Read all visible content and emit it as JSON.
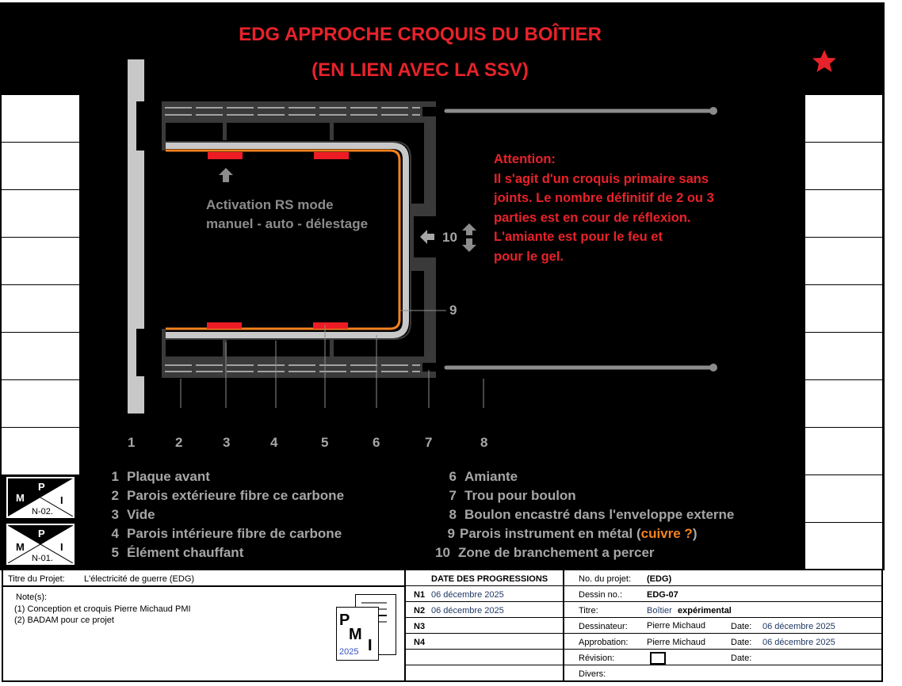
{
  "title": {
    "line1": "EDG APPROCHE CROQUIS DU BOÎTIER",
    "line2": "(EN LIEN AVEC LA SSV)"
  },
  "attention": {
    "heading": "Attention:",
    "lines": [
      "Il s'agit d'un croquis primaire sans",
      "joints. Le nombre définitif de 2 ou 3",
      "parties est en cour de réflexion.",
      "L'amiante est pour le feu et",
      "pour le gel."
    ]
  },
  "activation": {
    "line1": "Activation RS mode",
    "line2": "manuel - auto  - délestage"
  },
  "callouts": {
    "n1": "1",
    "n2": "2",
    "n3": "3",
    "n4": "4",
    "n5": "5",
    "n6": "6",
    "n7": "7",
    "n8": "8",
    "n9": "9",
    "n10": "10"
  },
  "legend": [
    {
      "n": "1",
      "label": "Plaque avant"
    },
    {
      "n": "2",
      "label": "Parois extérieure fibre ce carbone"
    },
    {
      "n": "3",
      "label": "Vide"
    },
    {
      "n": "4",
      "label": "Parois intérieure fibre de carbone"
    },
    {
      "n": "5",
      "label": "Élément chauffant"
    },
    {
      "n": "6",
      "label": "Amiante"
    },
    {
      "n": "7",
      "label": "Trou pour boulon"
    },
    {
      "n": "8",
      "label": "Boulon encastré dans l'enveloppe externe"
    },
    {
      "n": "9",
      "label": "Parois instrument en métal (",
      "highlight": "cuivre ?",
      "suffix": ")"
    },
    {
      "n": "10",
      "label": "Zone de branchement a percer"
    }
  ],
  "logos": [
    {
      "m": "M",
      "p": "P",
      "i": "I",
      "code": "N-02."
    },
    {
      "m": "M",
      "p": "P",
      "i": "I",
      "code": "N-01."
    }
  ],
  "footer": {
    "project_label": "Titre du Projet:",
    "project_value": "L'électricité de guerre (EDG)",
    "notes_label": "Note(s):",
    "notes": [
      "(1) Conception et croquis Pierre Michaud PMI",
      "(2) BADAM pour ce projet"
    ],
    "pmi": {
      "p": "P",
      "m": "M",
      "i": "I",
      "year": "2025"
    },
    "progress_header": "DATE DES PROGRESSIONS",
    "progress": [
      {
        "n": "N1",
        "date": "06 décembre 2025"
      },
      {
        "n": "N2",
        "date": "06 décembre 2025"
      },
      {
        "n": "N3",
        "date": ""
      },
      {
        "n": "N4",
        "date": ""
      }
    ],
    "info": {
      "projno_label": "No. du projet:",
      "projno": "(EDG)",
      "dessin_label": "Dessin no.:",
      "dessin": "EDG-07",
      "titre_label": "Titre:",
      "titre_a": "Boîtier",
      "titre_b": "expérimental",
      "dess_label": "Dessinateur:",
      "dess": "Pierre Michaud",
      "date_label": "Date:",
      "dess_date": "06 décembre 2025",
      "appr_label": "Approbation:",
      "appr": "Pierre Michaud",
      "appr_date": "06 décembre 2025",
      "rev_label": "Révision:",
      "divers_label": "Divers:"
    }
  },
  "colors": {
    "red": "#e8222a",
    "orange": "#f5821f",
    "grey": "#a6a6a6",
    "wall": "#3a3a3a"
  }
}
